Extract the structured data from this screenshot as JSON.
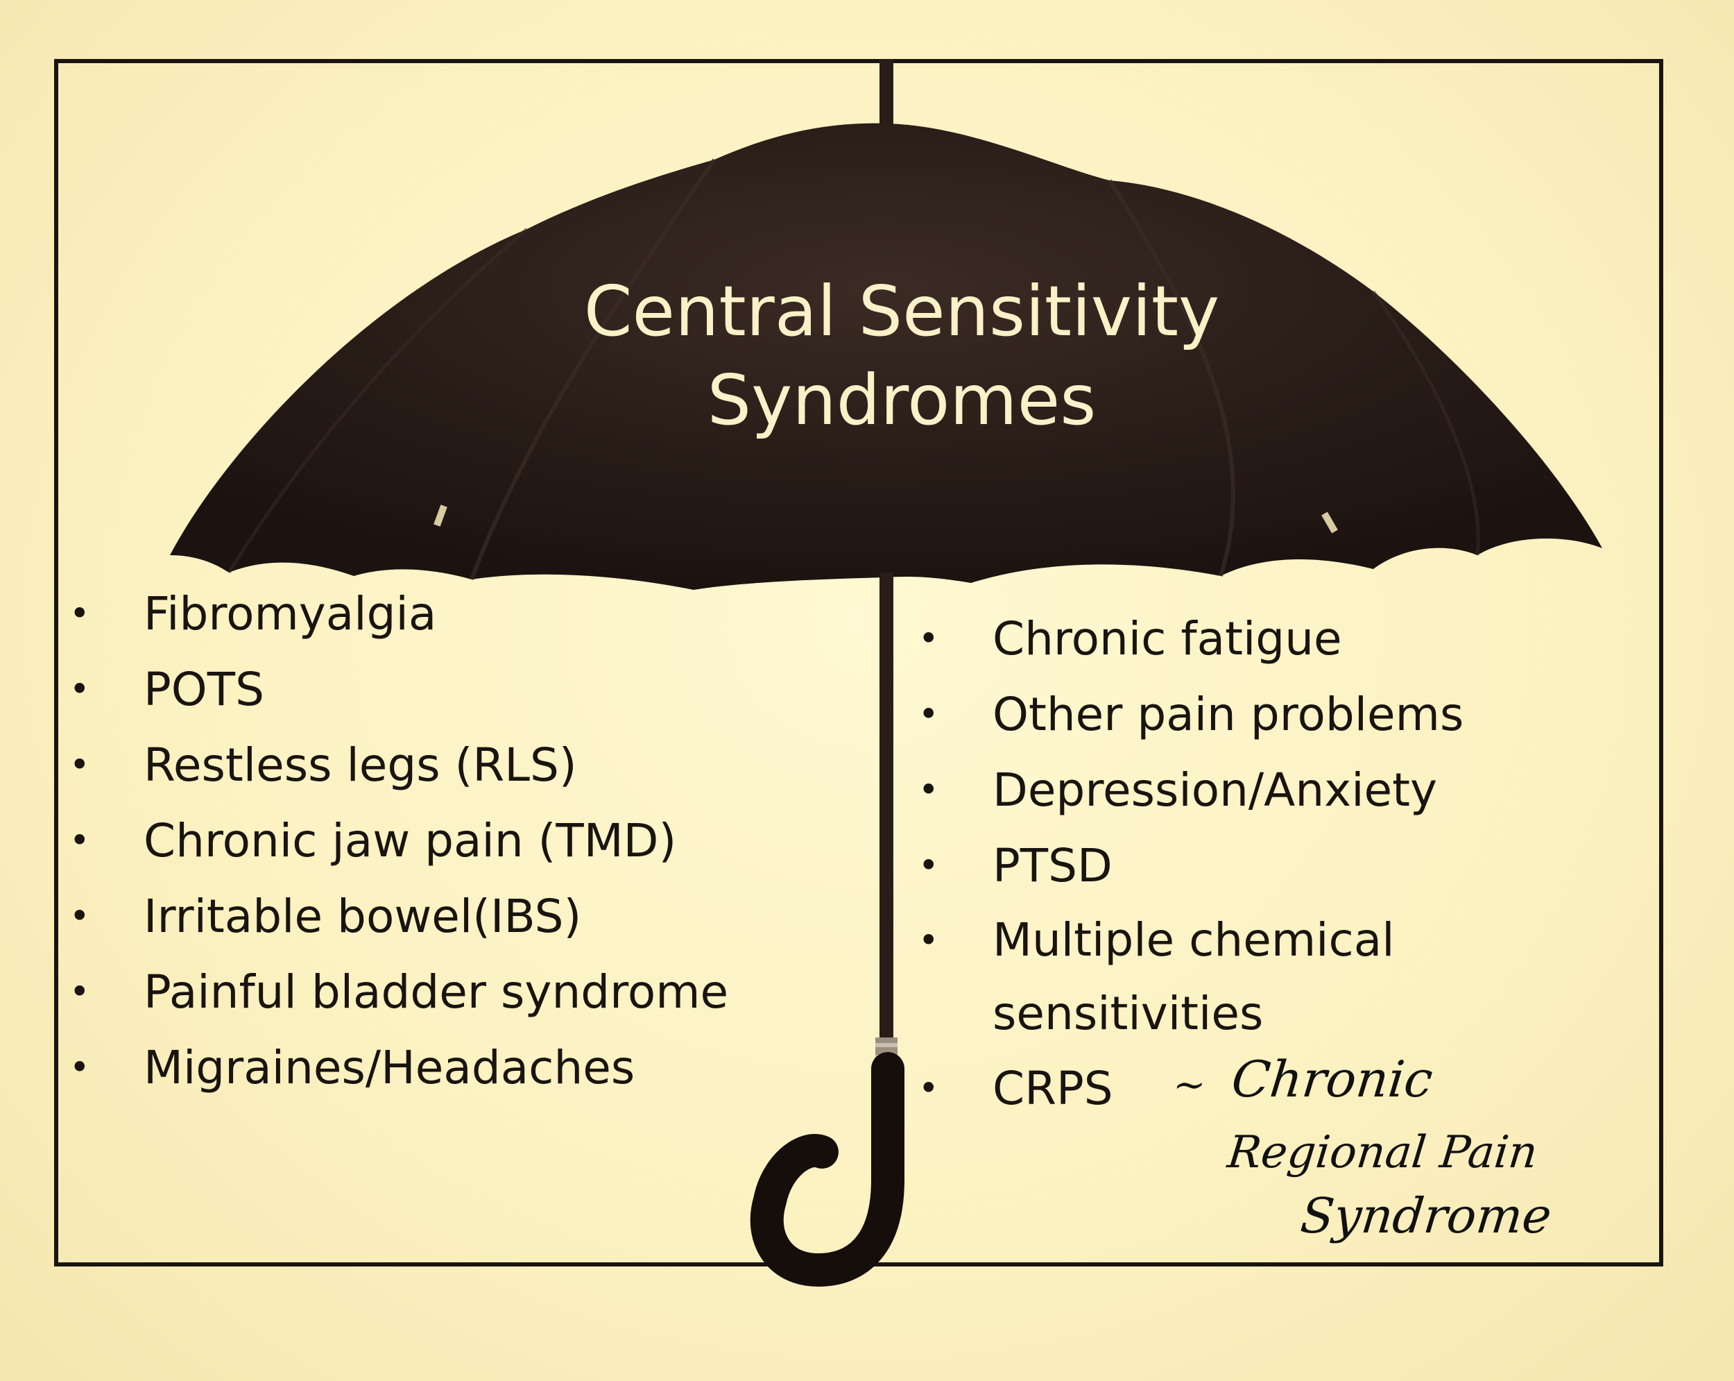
{
  "title": {
    "line1": "Central Sensitivity",
    "line2": "Syndromes"
  },
  "left_list": [
    "Fibromyalgia",
    "POTS",
    "Restless legs (RLS)",
    "Chronic jaw pain (TMD)",
    "Irritable bowel(IBS)",
    "Painful bladder syndrome",
    "Migraines/Headaches"
  ],
  "right_list": [
    "Chronic fatigue",
    "Other pain problems",
    "Depression/Anxiety",
    "PTSD",
    "Multiple chemical sensitivities",
    "CRPS"
  ],
  "bullet": "•",
  "handwritten_note": {
    "dash": "~",
    "line1": "Chronic",
    "line2": "Regional Pain",
    "line3": "Syndrome"
  },
  "colors": {
    "paper": "#fbf3c6",
    "umbrella": "#2a1d18",
    "ink": "#1a1410",
    "title_text": "#fbf1c8"
  }
}
